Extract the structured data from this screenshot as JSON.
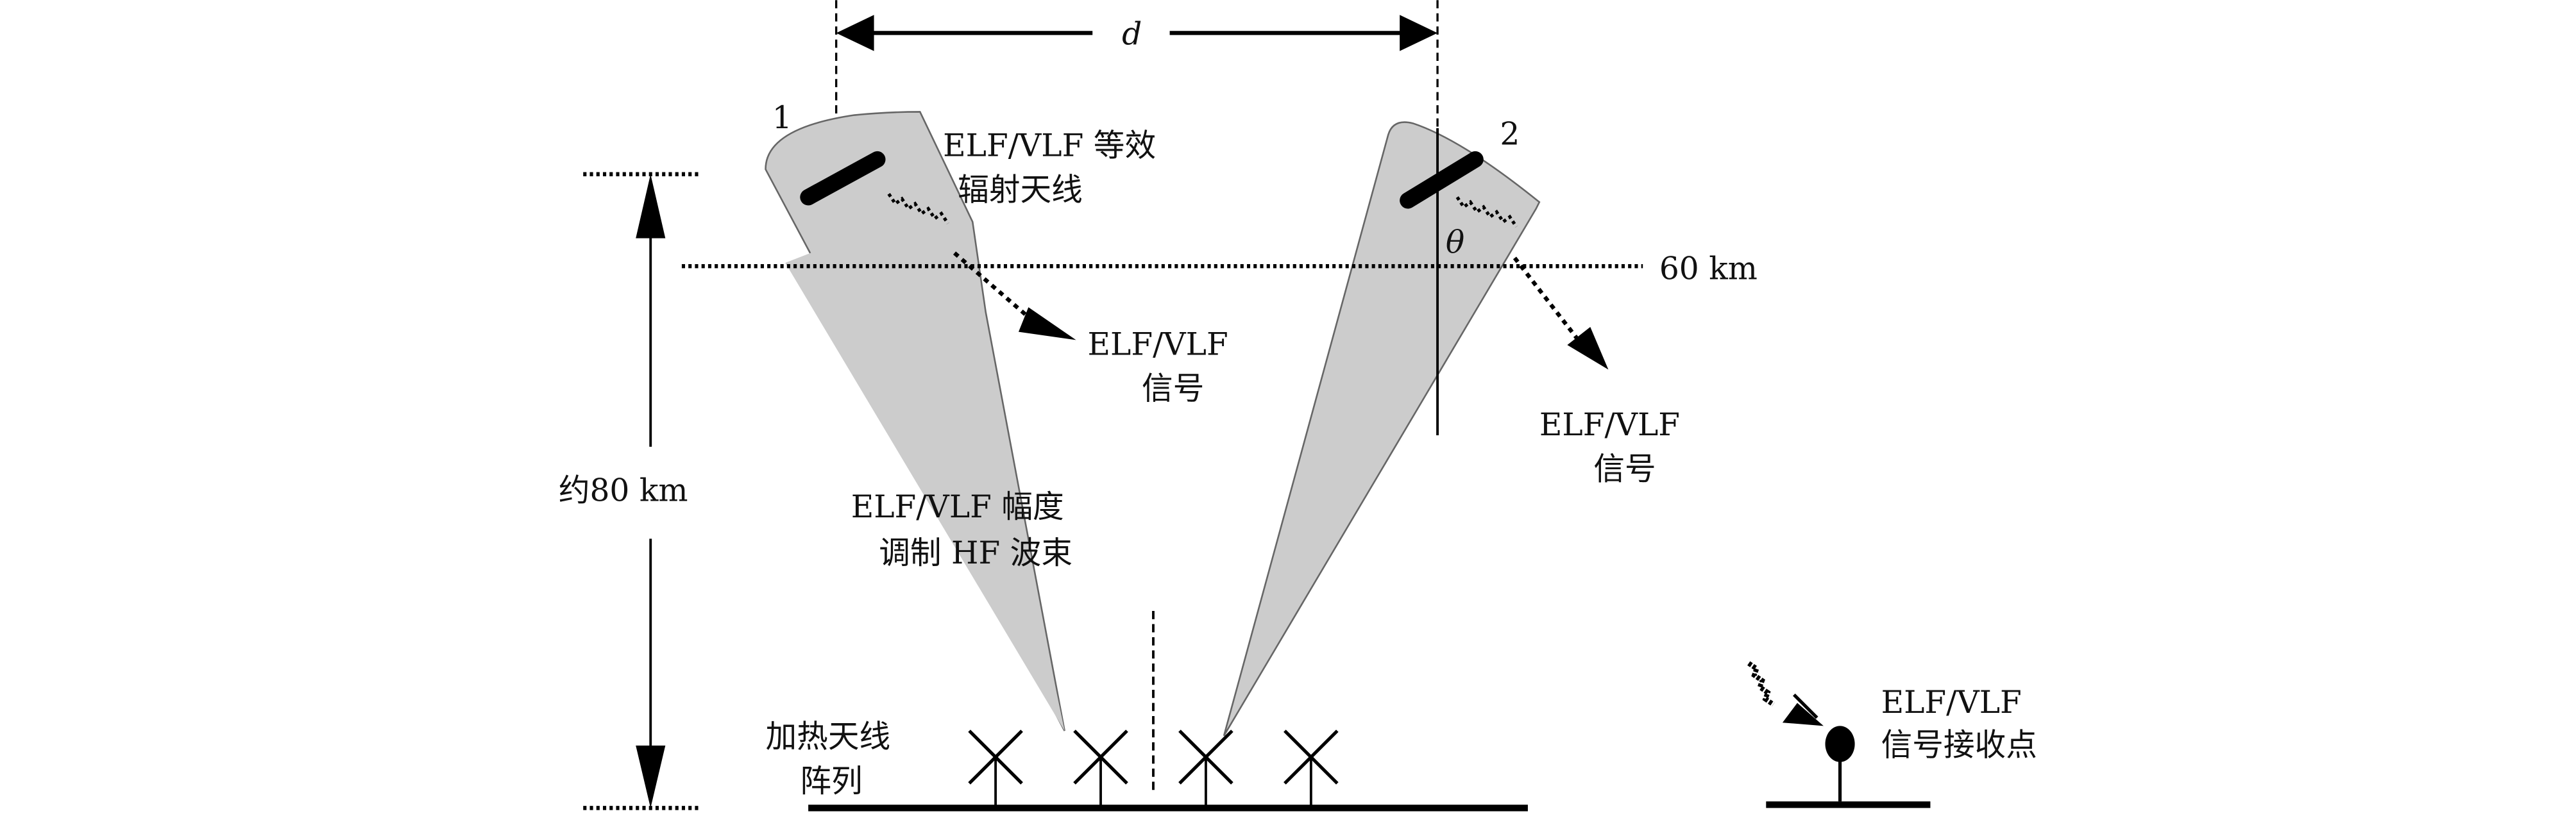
{
  "figure": {
    "distance_label": "d",
    "beam1_number": "1",
    "beam2_number": "2",
    "equivalent_antenna_label": [
      "ELF/VLF 等效",
      "辐射天线"
    ],
    "signal1_label": [
      "ELF/VLF",
      "信号"
    ],
    "signal2_label": [
      "ELF/VLF",
      "信号"
    ],
    "theta_label": "θ",
    "altitude_60_label": "60 km",
    "height_label": "约80 km",
    "beam_label": [
      "ELF/VLF 幅度",
      "调制 HF 波束"
    ],
    "heater_array_label": [
      "加热天线",
      "阵列"
    ],
    "receiver_label": [
      "ELF/VLF",
      "信号接收点"
    ],
    "colors": {
      "beam_fill": "#cccccc",
      "beam_stroke": "#666666",
      "ink": "#000000"
    }
  }
}
